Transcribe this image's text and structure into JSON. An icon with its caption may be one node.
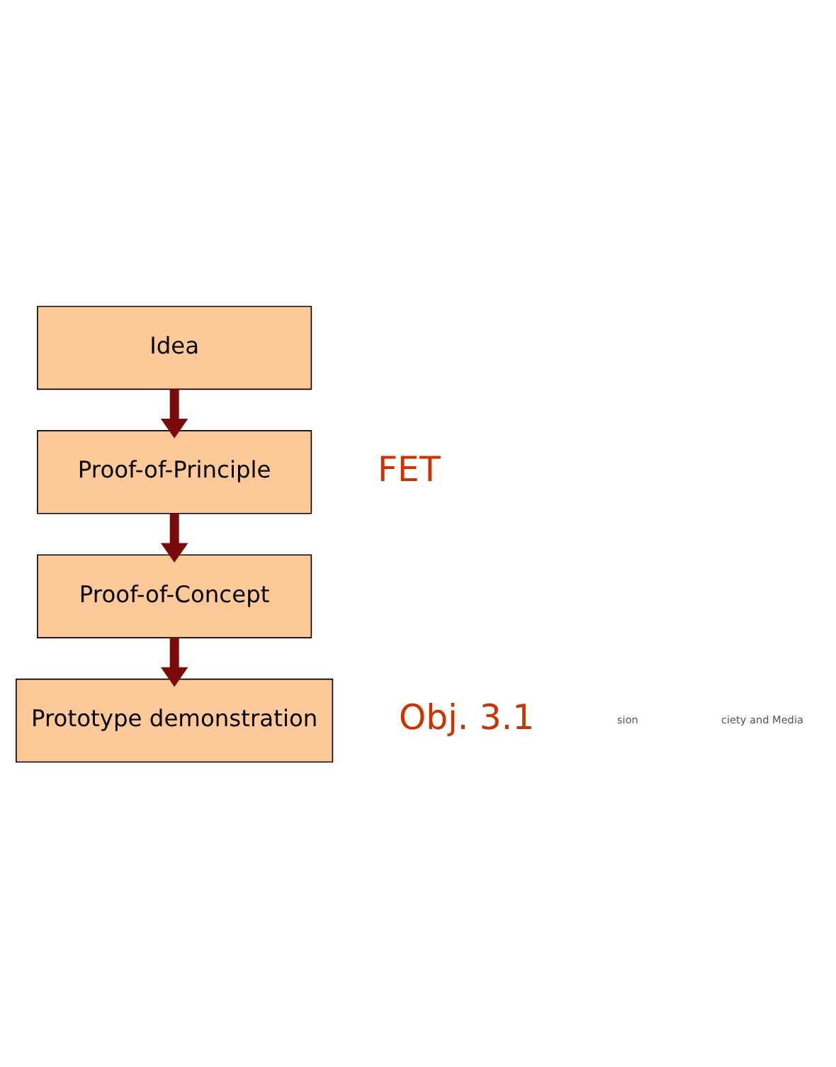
{
  "diagram": {
    "nodes": [
      {
        "text": [
          "Idea"
        ]
      },
      {
        "text": [
          "Proof-of-Principle"
        ]
      },
      {
        "text": [
          "Proof-of-Concept"
        ]
      },
      {
        "text": [
          "Prototype demonstration"
        ]
      }
    ],
    "edges": [
      {
        "from": 0,
        "to": 1,
        "arrow": "to"
      },
      {
        "from": 1,
        "to": 2,
        "arrow": "to"
      },
      {
        "from": 2,
        "to": 3,
        "arrow": "to"
      }
    ],
    "labels": [
      "FET",
      "Obj. 3.1",
      "sion",
      "ciety and Media"
    ]
  }
}
